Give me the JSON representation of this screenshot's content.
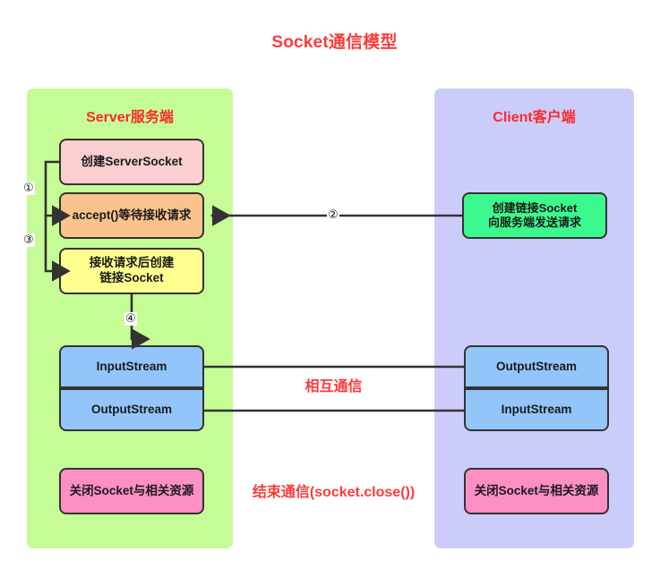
{
  "title": "Socket通信模型",
  "colors": {
    "title_red": "#fb3b3b",
    "server_panel_bg": "#c6fc95",
    "client_panel_bg": "#ccccfb",
    "pink_box": "#fbcfcf",
    "orange_box": "#fac28c",
    "yellow_box": "#ffff8f",
    "blue_box": "#92c6fa",
    "hotpink_box": "#fd8fc5",
    "green_box": "#3cf98e",
    "line": "#333333"
  },
  "server": {
    "panel_title": "Server服务端",
    "boxes": [
      {
        "id": "create-serversocket",
        "label": "创建ServerSocket"
      },
      {
        "id": "accept",
        "label": "accept()等待接收请求"
      },
      {
        "id": "create-socket",
        "line1": "接收请求后创建",
        "line2": "链接Socket"
      },
      {
        "id": "input-stream",
        "label": "InputStream"
      },
      {
        "id": "output-stream",
        "label": "OutputStream"
      },
      {
        "id": "close",
        "label": "关闭Socket与相关资源"
      }
    ]
  },
  "client": {
    "panel_title": "Client客户端",
    "boxes": [
      {
        "id": "connect",
        "line1": "创建链接Socket",
        "line2": "向服务端发送请求"
      },
      {
        "id": "output-stream",
        "label": "OutputStream"
      },
      {
        "id": "input-stream",
        "label": "InputStream"
      },
      {
        "id": "close",
        "label": "关闭Socket与相关资源"
      }
    ]
  },
  "steps": [
    {
      "id": 1,
      "marker": "①"
    },
    {
      "id": 2,
      "marker": "②"
    },
    {
      "id": 3,
      "marker": "③"
    },
    {
      "id": 4,
      "marker": "④"
    }
  ],
  "middle_labels": {
    "mutual": "相互通信",
    "close": "结束通信(socket.close())"
  }
}
